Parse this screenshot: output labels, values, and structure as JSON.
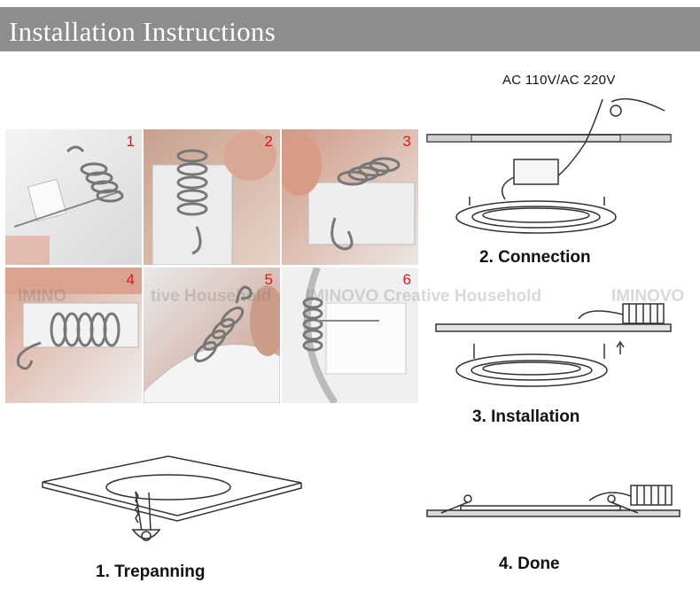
{
  "header": {
    "title": "Installation Instructions"
  },
  "photo_steps": [
    "1",
    "2",
    "3",
    "4",
    "5",
    "6"
  ],
  "power_label": "AC 110V/AC  220V",
  "steps": {
    "connection": "2. Connection",
    "installation": "3. Installation",
    "trepanning": "1. Trepanning",
    "done": "4. Done"
  },
  "watermark": [
    "IMINO",
    "tive Household",
    "IMINOVO Creative Household",
    "IMINOVO"
  ],
  "colors": {
    "header_bg": "#8d8d8d",
    "step_number": "#e0141b"
  }
}
